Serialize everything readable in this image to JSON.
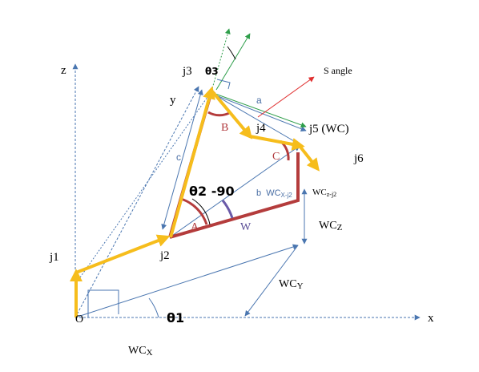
{
  "labels": {
    "axis_z": "z",
    "axis_y": "y",
    "axis_x": "x",
    "origin": "O",
    "j1": "j1",
    "j2": "j2",
    "j3": "j3",
    "theta3": "θ3",
    "j4": "j4",
    "j5": "j5 (WC)",
    "j6": "j6",
    "s_angle": "S angle",
    "a": "a",
    "b": "b",
    "c": "c",
    "angle_A": "A",
    "angle_B": "B",
    "angle_C": "C",
    "W": "W",
    "theta2": "θ2 -90",
    "theta1": "θ1",
    "wc_xj2_base": "WC",
    "wc_xj2_sub": "X-j2",
    "wc_zj2_base": "WC",
    "wc_zj2_sub": "z-j2",
    "wc_z_base": "WC",
    "wc_z_sub": "Z",
    "wc_y_base": "WC",
    "wc_y_sub": "Y",
    "wc_x_base": "WC",
    "wc_x_sub": "X"
  },
  "colors": {
    "link": "#f6bd1c",
    "triangle": "#b43c3c",
    "axis": "#4a76b0",
    "green": "#2e9e4a",
    "red_arrow": "#e03030",
    "purple": "#6a5aa8",
    "black": "#000000"
  }
}
